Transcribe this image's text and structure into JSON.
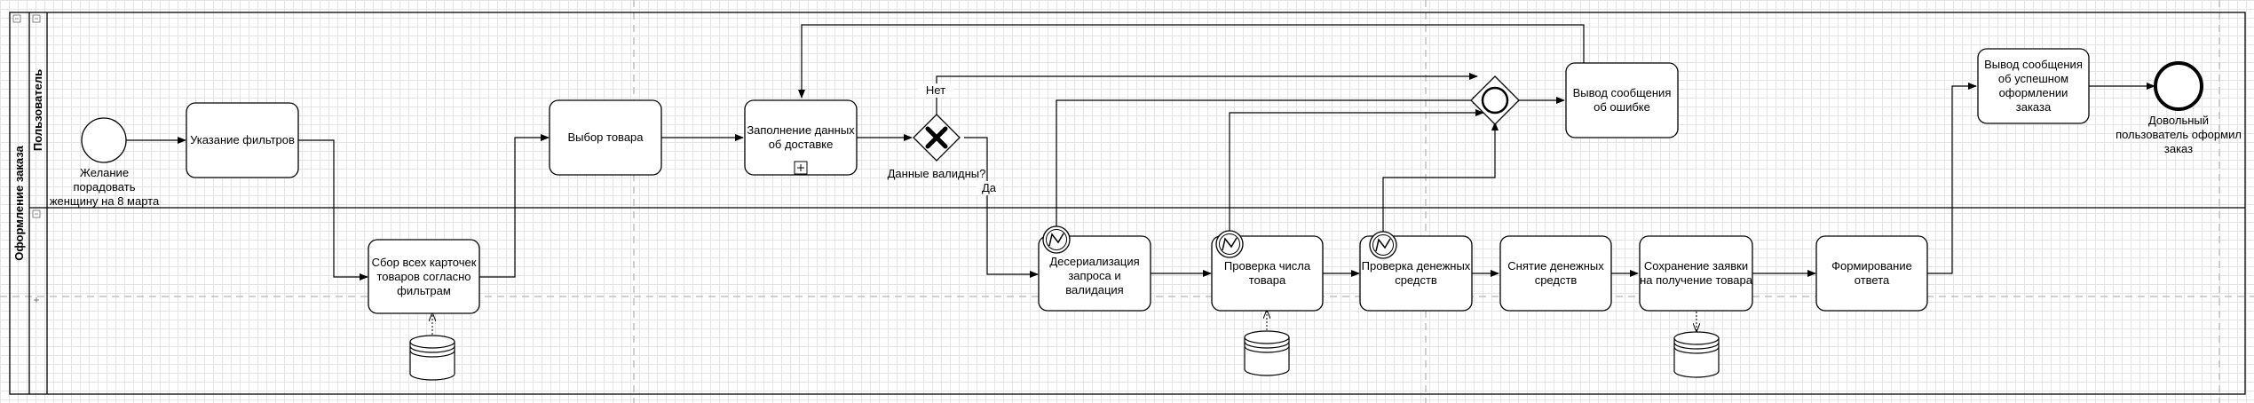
{
  "pool": {
    "title": "Оформление заказа"
  },
  "lanes": [
    {
      "name": "Пользователь"
    },
    {
      "name": ""
    }
  ],
  "events": {
    "start_label": "Желание порадовать женщину на 8 марта",
    "end_label": "Довольный пользователь оформил заказ"
  },
  "tasks": {
    "filters": "Указание фильтров",
    "choose": "Выбор товара",
    "delivery": "Заполнение данных об доставке",
    "error_msg": "Вывод сообщения об ошибке",
    "success_msg": "Вывод сообщения об успешном оформлении заказа",
    "collect": "Сбор всех карточек товаров согласно фильтрам",
    "deserialize": "Десериализация запроса и валидация",
    "check_count": "Проверка числа товара",
    "check_money": "Проверка денежных средств",
    "withdraw": "Снятие денежных средств",
    "save": "Сохранение заявки на получение товара",
    "form_answer": "Формирование ответа"
  },
  "gateway": {
    "label": "Данные валидны?",
    "no_label": "Нет",
    "yes_label": "Да"
  },
  "colors": {
    "stroke": "#000000",
    "grid": "#e4e4e4",
    "dashed": "#c0c0c0"
  }
}
